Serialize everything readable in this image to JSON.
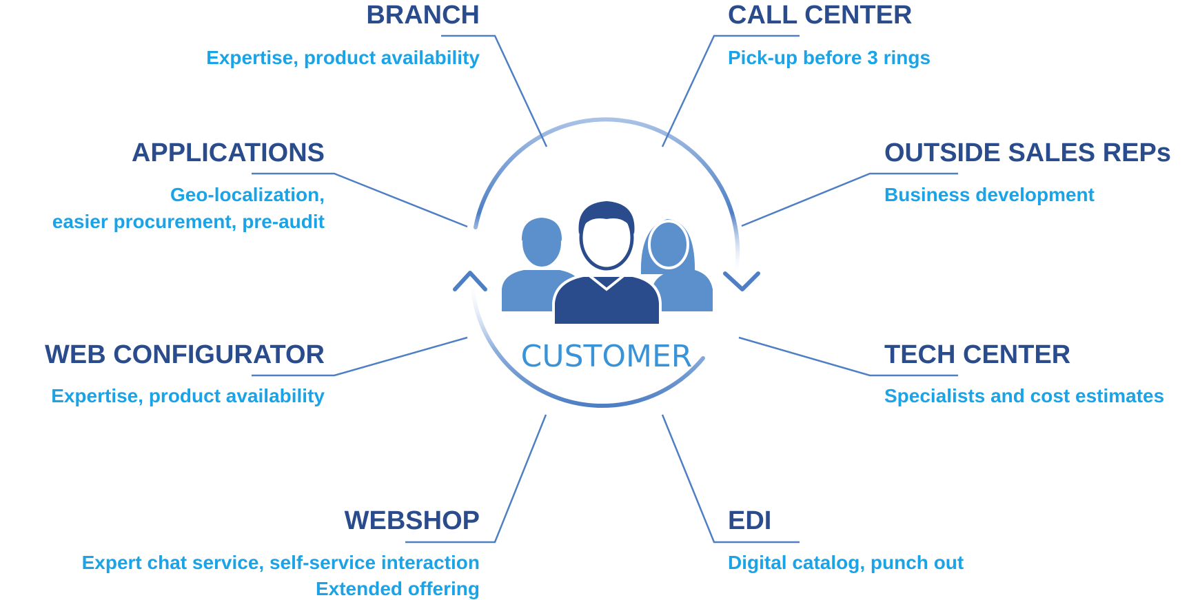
{
  "colors": {
    "title": "#2b4c8c",
    "description": "#1aa3e6",
    "connector": "#4e7fc4",
    "ring": "#4e7fc4",
    "center_label": "#3a93d6",
    "person_front": "#2b4c8c",
    "person_side": "#5b90cc"
  },
  "center": {
    "label": "CUSTOMER",
    "icon": "people-group-icon"
  },
  "nodes": [
    {
      "key": "branch",
      "title": "BRANCH",
      "lines": [
        "Expertise, product availability"
      ]
    },
    {
      "key": "call-center",
      "title": "CALL CENTER",
      "lines": [
        "Pick-up before 3 rings"
      ]
    },
    {
      "key": "applications",
      "title": "APPLICATIONS",
      "lines": [
        "Geo-localization,",
        "easier procurement, pre-audit"
      ]
    },
    {
      "key": "outside-sales-reps",
      "title": "OUTSIDE SALES REPs",
      "lines": [
        "Business development"
      ]
    },
    {
      "key": "web-configurator",
      "title": "WEB CONFIGURATOR",
      "lines": [
        "Expertise, product availability"
      ]
    },
    {
      "key": "tech-center",
      "title": "TECH CENTER",
      "lines": [
        "Specialists and cost estimates"
      ]
    },
    {
      "key": "webshop",
      "title": "WEBSHOP",
      "lines": [
        "Expert chat service, self-service interaction",
        "Extended offering"
      ]
    },
    {
      "key": "edi",
      "title": "EDI",
      "lines": [
        "Digital catalog, punch out"
      ]
    }
  ]
}
